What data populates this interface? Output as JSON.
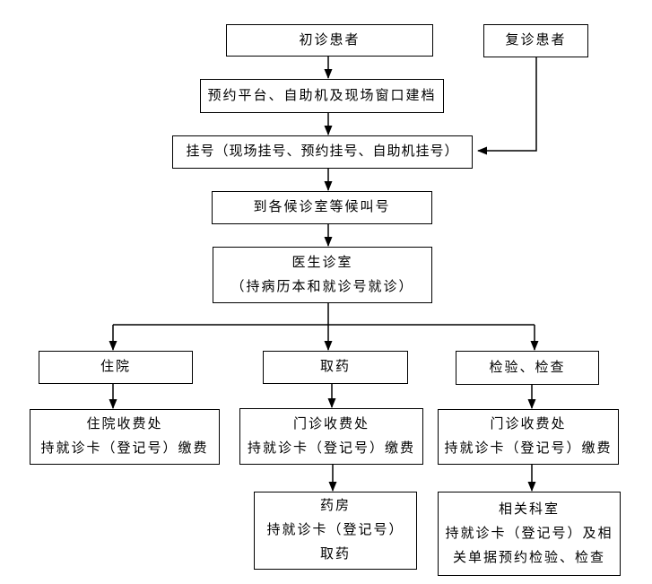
{
  "diagram": {
    "title": "outpatient-visit-flowchart",
    "background_color": "#ffffff",
    "line_color": "#000000",
    "text_color": "#000000"
  },
  "nodes": [
    {
      "id": "first-visit-patient",
      "lines": [
        "初诊患者"
      ]
    },
    {
      "id": "return-visit-patient",
      "lines": [
        "复诊患者"
      ]
    },
    {
      "id": "archive-platform",
      "lines": [
        "预约平台、自助机及现场窗口建档"
      ]
    },
    {
      "id": "registration",
      "lines": [
        "挂号（现场挂号、预约挂号、自助机挂号）"
      ]
    },
    {
      "id": "waiting-room",
      "lines": [
        "到各候诊室等候叫号"
      ]
    },
    {
      "id": "doctor-office",
      "lines": [
        "医生诊室",
        "（持病历本和就诊号就诊）"
      ]
    },
    {
      "id": "hospitalization",
      "lines": [
        "住院"
      ]
    },
    {
      "id": "get-medicine",
      "lines": [
        "取药"
      ]
    },
    {
      "id": "inspection-examination",
      "lines": [
        "检验、检查"
      ]
    },
    {
      "id": "hospitalization-fee",
      "lines": [
        "住院收费处",
        "持就诊卡（登记号）缴费"
      ]
    },
    {
      "id": "outpatient-fee-middle",
      "lines": [
        "门诊收费处",
        "持就诊卡（登记号）缴费"
      ]
    },
    {
      "id": "outpatient-fee-right",
      "lines": [
        "门诊收费处",
        "持就诊卡（登记号）缴费"
      ]
    },
    {
      "id": "pharmacy",
      "lines": [
        "药房",
        "持就诊卡（登记号）",
        "取药"
      ]
    },
    {
      "id": "related-department",
      "lines": [
        "相关科室",
        "持就诊卡（登记号）及相",
        "关单据预约检验、检查"
      ]
    }
  ],
  "edges": [
    {
      "from": "first-visit-patient",
      "to": "archive-platform"
    },
    {
      "from": "archive-platform",
      "to": "registration"
    },
    {
      "from": "return-visit-patient",
      "to": "registration"
    },
    {
      "from": "registration",
      "to": "waiting-room"
    },
    {
      "from": "waiting-room",
      "to": "doctor-office"
    },
    {
      "from": "doctor-office",
      "to": "hospitalization"
    },
    {
      "from": "doctor-office",
      "to": "get-medicine"
    },
    {
      "from": "doctor-office",
      "to": "inspection-examination"
    },
    {
      "from": "hospitalization",
      "to": "hospitalization-fee"
    },
    {
      "from": "get-medicine",
      "to": "outpatient-fee-middle"
    },
    {
      "from": "inspection-examination",
      "to": "outpatient-fee-right"
    },
    {
      "from": "outpatient-fee-middle",
      "to": "pharmacy"
    },
    {
      "from": "outpatient-fee-right",
      "to": "related-department"
    }
  ]
}
